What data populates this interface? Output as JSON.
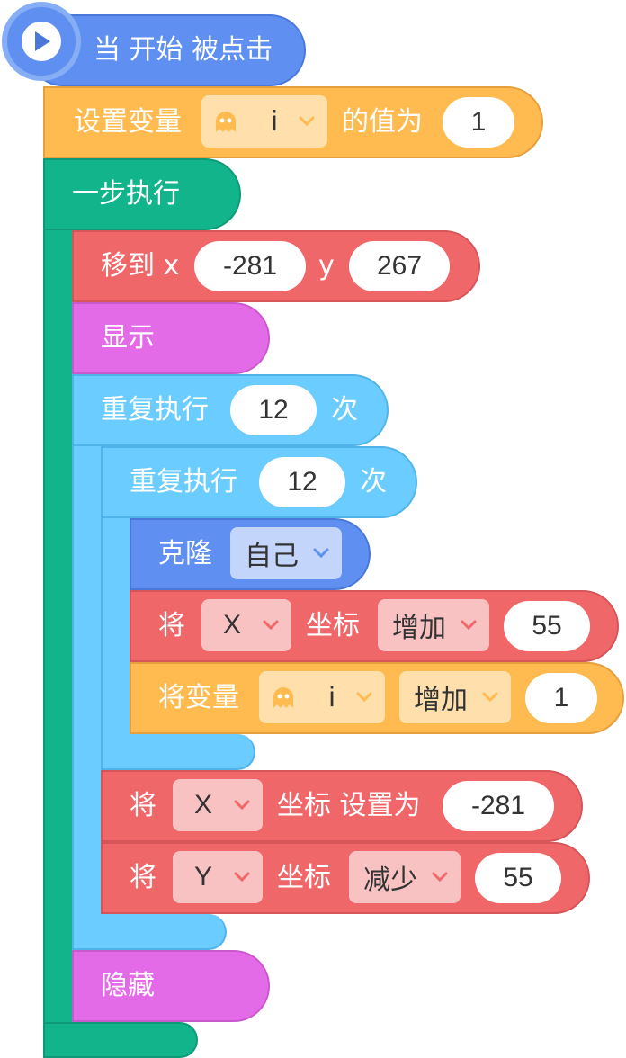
{
  "colors": {
    "event": "#5f8ff0",
    "variable": "#ffbb50",
    "control_green": "#12b48c",
    "motion_red": "#f0676a",
    "looks_purple": "#e46be8",
    "control_blue": "#6bccff",
    "clone_blue": "#5f8ff0"
  },
  "hat": {
    "icon": "play-icon",
    "label": "当 开始 被点击"
  },
  "set_var": {
    "label": "设置变量",
    "var_icon": "ghost-icon",
    "var_name": "i",
    "to_label": "的值为",
    "value": "1"
  },
  "step": {
    "label": "一步执行"
  },
  "goto": {
    "label": "移到 x",
    "x": "-281",
    "y_label": "y",
    "y": "267"
  },
  "show": {
    "label": "显示"
  },
  "repeat_outer": {
    "label": "重复执行",
    "count": "12",
    "suffix": "次"
  },
  "repeat_inner": {
    "label": "重复执行",
    "count": "12",
    "suffix": "次"
  },
  "clone": {
    "label": "克隆",
    "target": "自己"
  },
  "change_x": {
    "label": "将",
    "axis": "X",
    "coord_label": "坐标",
    "op": "增加",
    "value": "55"
  },
  "change_var": {
    "label": "将变量",
    "var_icon": "ghost-icon",
    "var_name": "i",
    "op": "增加",
    "value": "1"
  },
  "set_x": {
    "label": "将",
    "axis": "X",
    "coord_label": "坐标 设置为",
    "value": "-281"
  },
  "change_y": {
    "label": "将",
    "axis": "Y",
    "coord_label": "坐标",
    "op": "减少",
    "value": "55"
  },
  "hide": {
    "label": "隐藏"
  }
}
